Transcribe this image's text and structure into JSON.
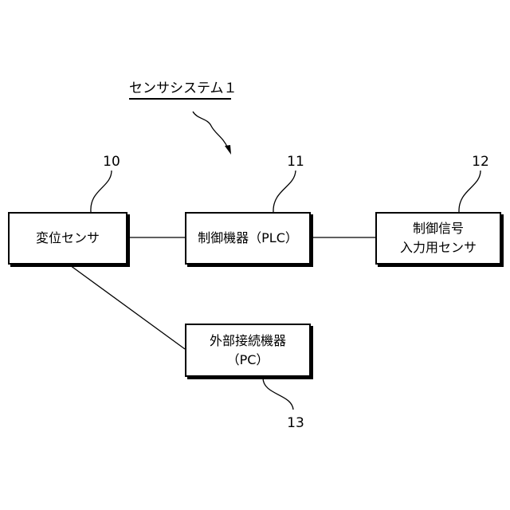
{
  "title": "センサシステム１",
  "nodes": {
    "displacement_sensor": {
      "ref": "10",
      "label": "変位センサ"
    },
    "control_device": {
      "ref": "11",
      "label": "制御機器（PLC）"
    },
    "control_signal_sensor": {
      "ref": "12",
      "line1": "制御信号",
      "line2": "入力用センサ"
    },
    "external_device": {
      "ref": "13",
      "line1": "外部接続機器",
      "line2": "（PC）"
    }
  }
}
